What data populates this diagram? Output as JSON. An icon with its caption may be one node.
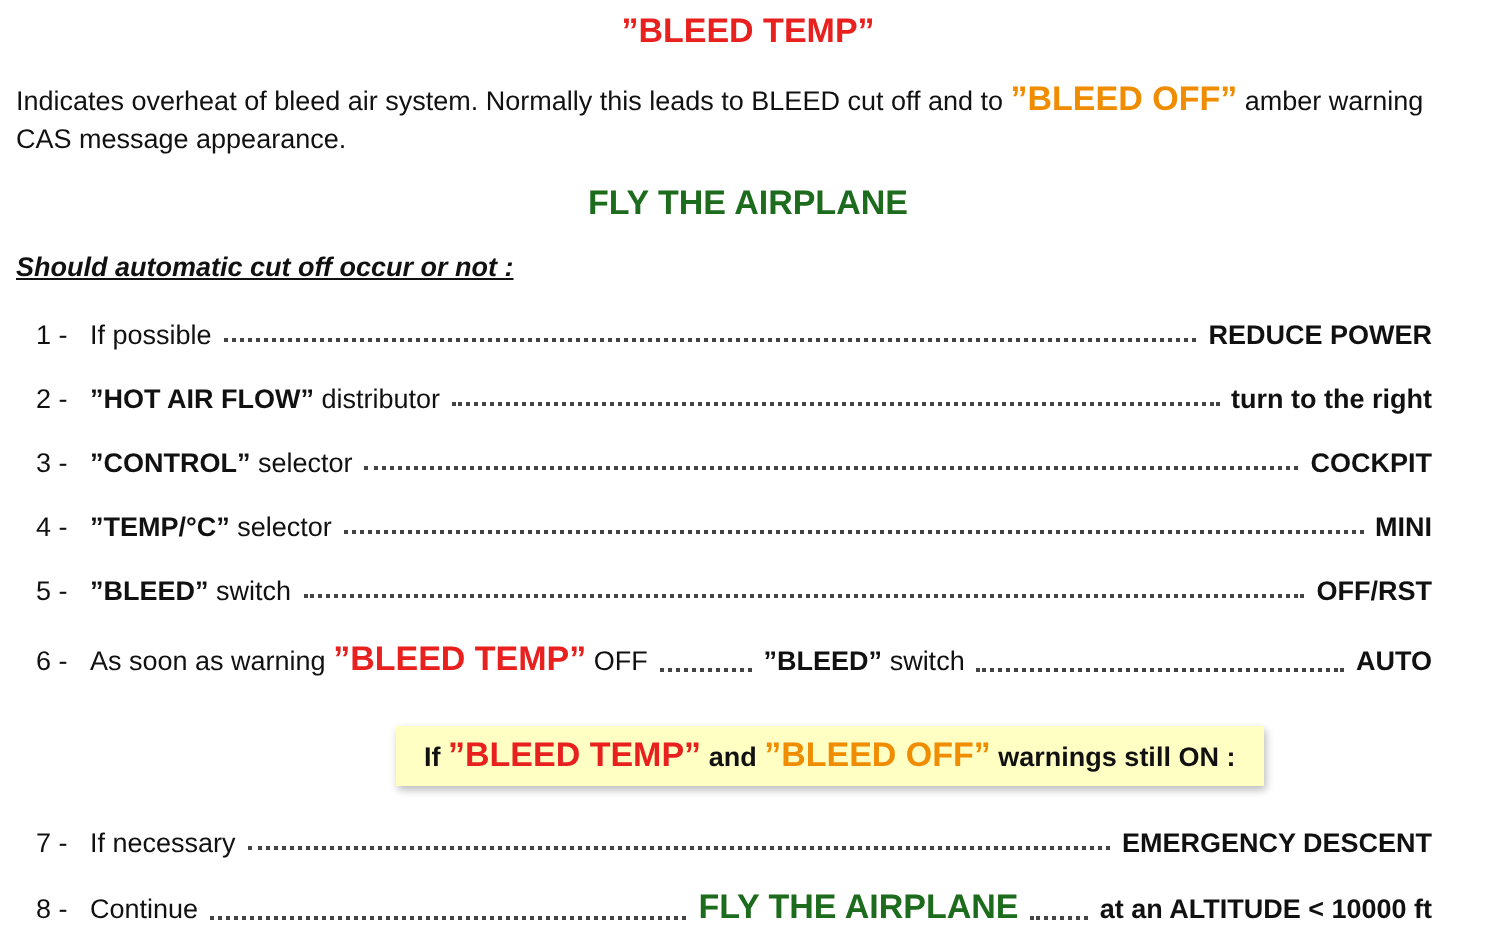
{
  "diagram": {
    "title": "”BLEED TEMP”",
    "labels": [
      "Indicates overheat of bleed air system. Normally this leads to BLEED cut off and to **”BLEED OFF”** amber warning CAS message appearance.",
      "FLY THE AIRPLANE",
      "Should automatic cut off occur or not :",
      "1 -",
      "If possible",
      "REDUCE POWER",
      "2 -",
      "**”HOT AIR FLOW”** distributor",
      "turn to the right",
      "3 -",
      "**”CONTROL”** selector",
      "COCKPIT",
      "4 -",
      "**”TEMP/°C”** selector",
      "MINI",
      "5 -",
      "**”BLEED”** switch",
      "OFF/RST",
      "6 -",
      "As soon as warning **”BLEED TEMP”** OFF",
      "**”BLEED”** switch",
      "AUTO",
      "If **”BLEED TEMP”** and **”BLEED OFF”** warnings still ON :",
      "7 -",
      "If necessary",
      "EMERGENCY DESCENT",
      "8 -",
      "Continue",
      "FLY THE AIRPLANE",
      "at an ALTITUDE < 10000 ft"
    ]
  }
}
